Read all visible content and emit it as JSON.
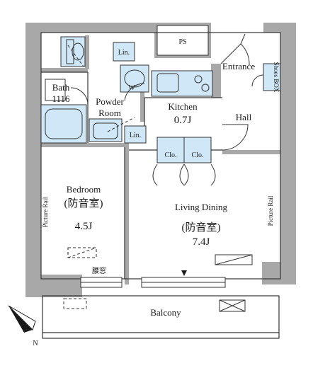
{
  "rooms": {
    "ps": "PS",
    "entrance": "Entrance",
    "shoes_box": "Shoes BOX",
    "lin_top": "Lin.",
    "w": "W",
    "bath": "Bath",
    "bath_size": "1116",
    "powder_room_1": "Powder",
    "powder_room_2": "Room",
    "kitchen": "Kitchen",
    "kitchen_size": "0.7J",
    "hall": "Hall",
    "lin_bottom": "Lin.",
    "clo_left": "Clo.",
    "clo_right": "Clo.",
    "bedroom": "Bedroom",
    "bedroom_soundproof": "(防音室)",
    "bedroom_size": "4.5J",
    "living_dining": "Living Dining",
    "living_soundproof": "(防音室)",
    "living_size": "7.4J",
    "picture_rail_left": "Picture Rail",
    "picture_rail_right": "Picture Rail",
    "koshimado": "腰窓",
    "balcony": "Balcony"
  },
  "compass": {
    "label": "N"
  },
  "colors": {
    "wall": "#a8a8a8",
    "fixture": "#cfe7f7",
    "line": "#333333"
  }
}
